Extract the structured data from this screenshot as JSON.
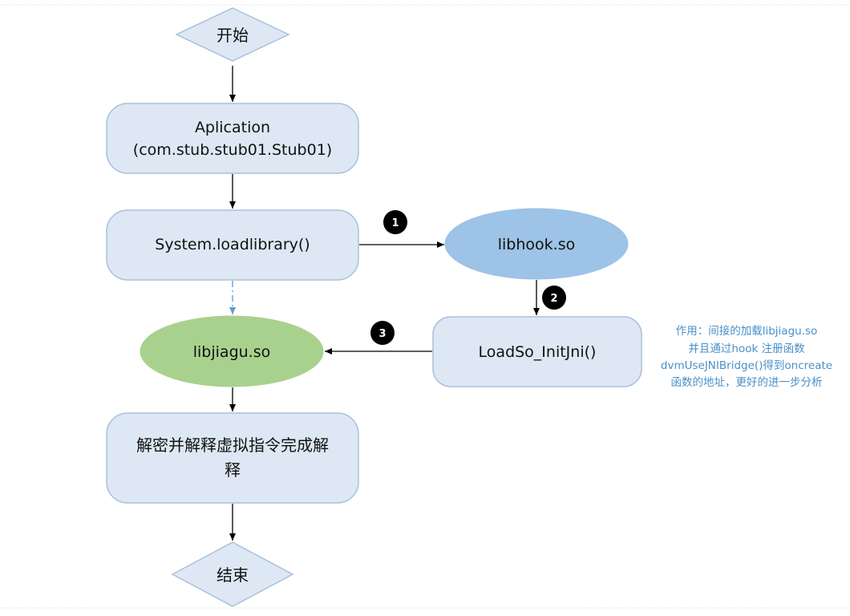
{
  "nodes": {
    "start": "开始",
    "application_line1": "Aplication",
    "application_line2": "(com.stub.stub01.Stub01)",
    "load_library": "System.loadlibrary()",
    "libhook": "libhook.so",
    "load_so_init_jni": "LoadSo_InitJni()",
    "libjiagu": "libjiagu.so",
    "decrypt_line1": "解密并解释虚拟指令完成解",
    "decrypt_line2": "释",
    "end": "结束"
  },
  "badges": [
    "1",
    "2",
    "3"
  ],
  "note": {
    "line1": "作用：间接的加载libjiagu.so",
    "line2": "并且通过hook 注册函数",
    "line3": "dvmUseJNIBridge()得到oncreate",
    "line4": "函数的地址，更好的进一步分析"
  },
  "colors": {
    "process_fill": "#dde8f4",
    "process_stroke": "#a9c0da",
    "libhook_fill": "#9dc3e6",
    "libjiagu_fill": "#a9d18e",
    "arrow": "#000000",
    "dashed_arrow": "#5b9bd5",
    "badge_fill": "#000000",
    "note_text": "#4a90c8"
  }
}
